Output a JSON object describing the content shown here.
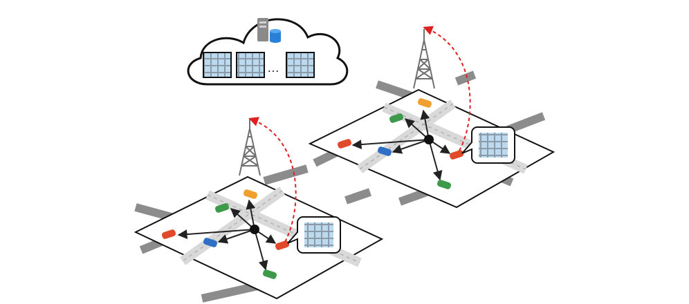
{
  "cloud": {
    "ellipsis": "…",
    "tiles": 3
  },
  "scenes": [
    {
      "id": "left",
      "vehicles": [
        "orange",
        "green",
        "red",
        "blue",
        "red",
        "green"
      ]
    },
    {
      "id": "right",
      "vehicles": [
        "orange",
        "green",
        "red",
        "blue",
        "red",
        "green"
      ]
    }
  ],
  "colors": {
    "plane_stroke": "#111111",
    "plane_fill": "#ffffff",
    "road": "#d9d9d9",
    "road_edge": "#8a8a8a",
    "road_stub": "#8c8c8c",
    "tower": "#707070",
    "arrow": "#222222",
    "uplink": "#e02020",
    "tile_fill": "#bcd9ee",
    "tile_grid": "#8a9aa8",
    "car_orange": "#f0a030",
    "car_green": "#3c9a4a",
    "car_red": "#e04a2a",
    "car_blue": "#2f6fc4",
    "server": "#8a8a8a",
    "database": "#2a7fd6"
  }
}
